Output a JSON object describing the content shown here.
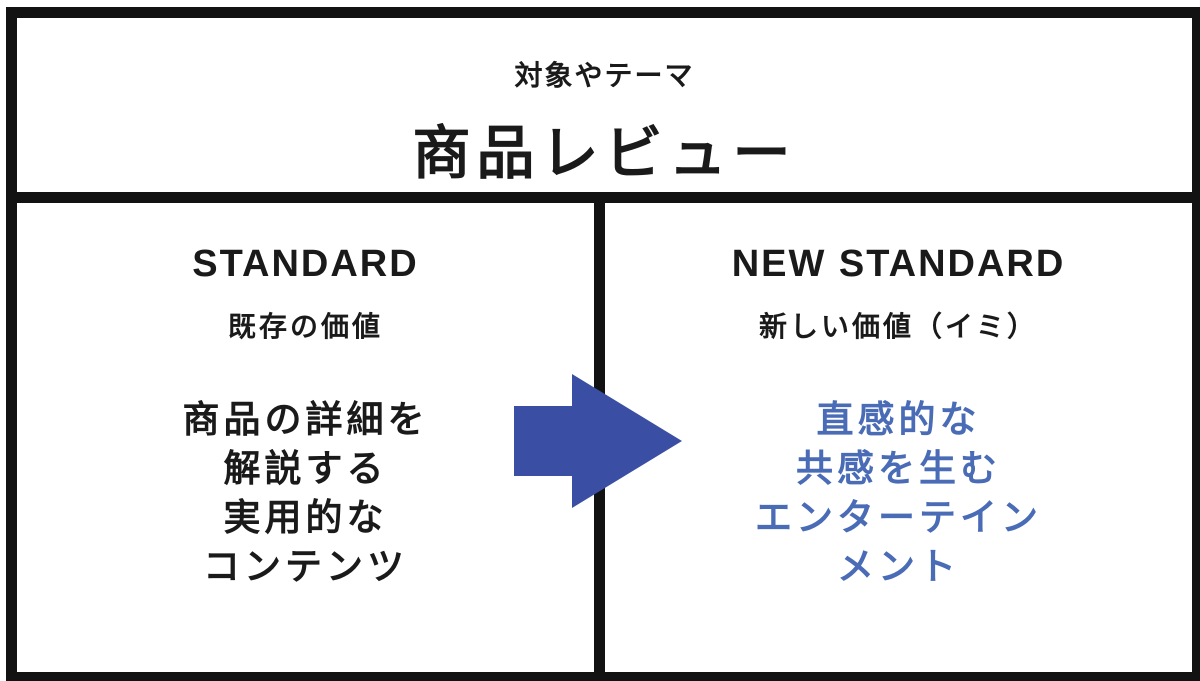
{
  "header": {
    "eyebrow": "対象やテーマ",
    "title": "商品レビュー"
  },
  "left": {
    "heading": "STANDARD",
    "subheading": "既存の価値",
    "lines": [
      "商品の詳細を",
      "解説する",
      "実用的な",
      "コンテンツ"
    ]
  },
  "right": {
    "heading": "NEW STANDARD",
    "subheading": "新しい価値（イミ）",
    "lines": [
      "直感的な",
      "共感を生む",
      "エンターテイン",
      "メント"
    ]
  },
  "colors": {
    "border": "#121212",
    "text": "#1a1a1a",
    "accent_text": "#4a6cb6",
    "arrow": "#3a4fa3"
  },
  "icons": {
    "arrow": "right-arrow-icon"
  }
}
